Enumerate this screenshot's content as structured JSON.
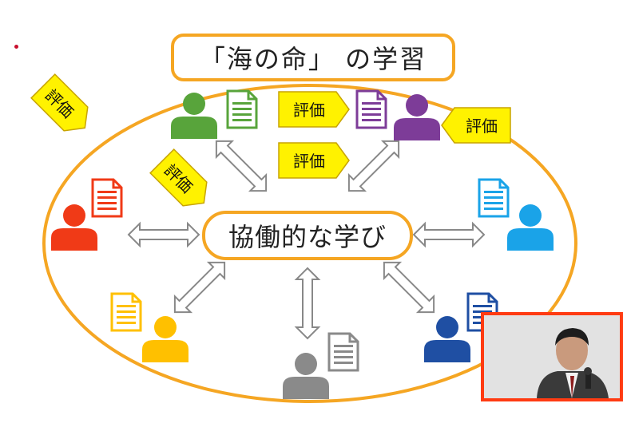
{
  "title": "「海の命」 の学習",
  "center_label": "協働的な学び",
  "eval_label": "評価",
  "colors": {
    "outline": "#f5a623",
    "tag_fill": "#fff200",
    "green": "#58a43b",
    "purple": "#7d3c98",
    "red": "#f03a17",
    "blue_light": "#1aa3e8",
    "yellow": "#ffc000",
    "gray": "#8a8a8a",
    "blue_dark": "#1f4fa3",
    "video_border": "#ff3b12"
  }
}
